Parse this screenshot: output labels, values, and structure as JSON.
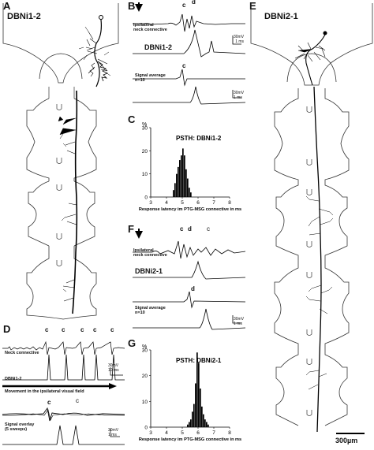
{
  "panels": {
    "A": {
      "label": "A",
      "title": "DBNi1-2"
    },
    "B": {
      "label": "B",
      "trace1_label": "Ipsilateral\nneck connective",
      "trace2_label": "DBNi1-2",
      "avg_label": "Signal average\nn=10",
      "peak_c": "c",
      "peak_d": "d",
      "scale_top": "30mV\n1 ms",
      "scale_bottom": "30mV\n1 ms"
    },
    "C": {
      "label": "C"
    },
    "D": {
      "label": "D",
      "neck_label": "Neck connective",
      "cell_label": "DBNi1-2",
      "movement_label": "Movement in the ipsilateral visual field",
      "overlay_label": "Signal overlay\n(5 sweeps)",
      "peak_c": "c",
      "scale_top": "30mV\n10 ms",
      "scale_bottom": "30mV\n1 ms"
    },
    "E": {
      "label": "E",
      "title": "DBNi2-1",
      "scale_bar": "300µm"
    },
    "F": {
      "label": "F",
      "trace1_label": "Ipsilateral\nneck connective",
      "trace2_label": "DBNi2-1",
      "avg_label": "Signal average\nn=10",
      "peak_c": "c",
      "peak_d": "d",
      "scale_top": "30mV\n1 ms",
      "scale_bottom": "30mV\n1 ms"
    },
    "G": {
      "label": "G"
    }
  },
  "chart_data": [
    {
      "type": "bar",
      "panel": "C",
      "title": "PSTH: DBNi1-2",
      "xlabel": "Response latency im PTG-MSG connective in ms",
      "ylabel": "%",
      "xlim": [
        3,
        8
      ],
      "ylim": [
        0,
        30
      ],
      "xticks": [
        3,
        4,
        5,
        6,
        7,
        8
      ],
      "yticks": [
        0,
        10,
        20,
        30
      ],
      "bin_width": 0.1,
      "bins": [
        4.4,
        4.5,
        4.6,
        4.7,
        4.8,
        4.9,
        5.0,
        5.1,
        5.2,
        5.3,
        5.4,
        5.5
      ],
      "values": [
        3,
        6,
        10,
        13,
        16,
        18,
        21,
        18,
        12,
        8,
        4,
        2
      ]
    },
    {
      "type": "bar",
      "panel": "G",
      "title": "PSTH: DBNi2-1",
      "xlabel": "Response latency im PTG-MSG connective in ms",
      "ylabel": "%",
      "xlim": [
        3,
        8
      ],
      "ylim": [
        0,
        30
      ],
      "xticks": [
        3,
        4,
        5,
        6,
        7,
        8
      ],
      "yticks": [
        0,
        10,
        20,
        30
      ],
      "bin_width": 0.1,
      "bins": [
        5.3,
        5.4,
        5.5,
        5.6,
        5.7,
        5.8,
        5.9,
        6.0,
        6.1,
        6.2,
        6.3,
        6.4,
        6.5,
        6.6
      ],
      "values": [
        1,
        2,
        3,
        6,
        9,
        17,
        29,
        25,
        15,
        8,
        5,
        3,
        2,
        1
      ]
    }
  ]
}
